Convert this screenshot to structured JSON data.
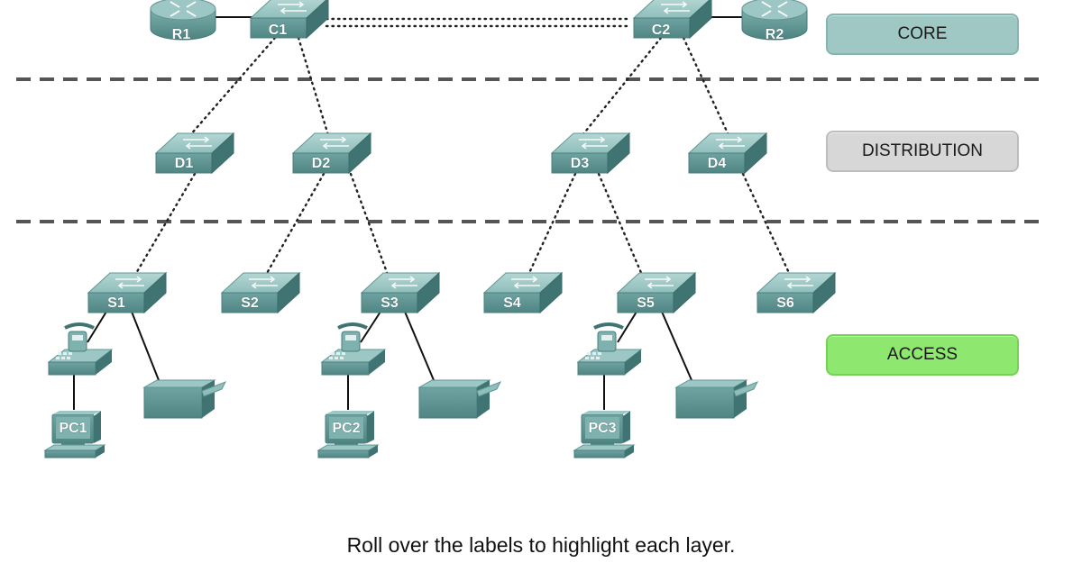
{
  "diagram": {
    "routers": [
      {
        "id": "r1",
        "label": "R1"
      },
      {
        "id": "r2",
        "label": "R2"
      }
    ],
    "core_switches": [
      {
        "id": "c1",
        "label": "C1"
      },
      {
        "id": "c2",
        "label": "C2"
      }
    ],
    "distribution_switches": [
      {
        "id": "d1",
        "label": "D1"
      },
      {
        "id": "d2",
        "label": "D2"
      },
      {
        "id": "d3",
        "label": "D3"
      },
      {
        "id": "d4",
        "label": "D4"
      }
    ],
    "access_switches": [
      {
        "id": "s1",
        "label": "S1"
      },
      {
        "id": "s2",
        "label": "S2"
      },
      {
        "id": "s3",
        "label": "S3"
      },
      {
        "id": "s4",
        "label": "S4"
      },
      {
        "id": "s5",
        "label": "S5"
      },
      {
        "id": "s6",
        "label": "S6"
      }
    ],
    "pcs": [
      {
        "id": "pc1",
        "label": "PC1"
      },
      {
        "id": "pc2",
        "label": "PC2"
      },
      {
        "id": "pc3",
        "label": "PC3"
      }
    ],
    "links": [
      {
        "from": "r1",
        "to": "c1",
        "style": "solid"
      },
      {
        "from": "r2",
        "to": "c2",
        "style": "solid"
      },
      {
        "from": "c1",
        "to": "c2",
        "style": "double-dotted"
      },
      {
        "from": "c1",
        "to": "d1",
        "style": "dotted"
      },
      {
        "from": "c1",
        "to": "d2",
        "style": "dotted"
      },
      {
        "from": "c2",
        "to": "d3",
        "style": "dotted"
      },
      {
        "from": "c2",
        "to": "d4",
        "style": "dotted"
      },
      {
        "from": "d1",
        "to": "s1",
        "style": "dotted"
      },
      {
        "from": "d2",
        "to": "s2",
        "style": "dotted"
      },
      {
        "from": "d2",
        "to": "s3",
        "style": "dotted"
      },
      {
        "from": "d3",
        "to": "s4",
        "style": "dotted"
      },
      {
        "from": "d3",
        "to": "s5",
        "style": "dotted"
      },
      {
        "from": "d4",
        "to": "s6",
        "style": "dotted"
      },
      {
        "from": "s1",
        "to": "phone1",
        "style": "solid"
      },
      {
        "from": "s1",
        "to": "printer1",
        "style": "solid"
      },
      {
        "from": "s3",
        "to": "phone2",
        "style": "solid"
      },
      {
        "from": "s3",
        "to": "printer2",
        "style": "solid"
      },
      {
        "from": "s5",
        "to": "phone3",
        "style": "solid"
      },
      {
        "from": "s5",
        "to": "printer3",
        "style": "solid"
      },
      {
        "from": "phone1",
        "to": "pc1",
        "style": "solid"
      },
      {
        "from": "phone2",
        "to": "pc2",
        "style": "solid"
      },
      {
        "from": "phone3",
        "to": "pc3",
        "style": "solid"
      }
    ]
  },
  "layers": {
    "core": "CORE",
    "distribution": "DISTRIBUTION",
    "access": "ACCESS"
  },
  "caption": "Roll over the labels to highlight each layer.",
  "colors": {
    "device_teal": "#6fa3a1",
    "device_top": "#9cc7c4",
    "device_dark": "#3f7472",
    "divider": "#555555",
    "core_button": "#9fc8c4",
    "distribution_button": "#d7d7d7",
    "access_button": "#8ee86f"
  }
}
